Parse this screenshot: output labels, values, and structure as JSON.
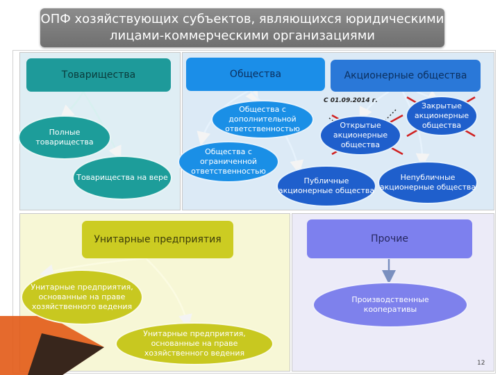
{
  "title": "ОПФ хозяйствующих субъектов, являющихся юридическими лицами-коммерческими организациями",
  "date_note": "С 01.09.2014 г.",
  "page_number": "12",
  "partnerships": {
    "label": "Товарищества",
    "full": "Полные товарищества",
    "limited": "Товарищества на вере"
  },
  "companies": {
    "label": "Общества",
    "additional_liability": "Общества с дополнительной ответственностью",
    "limited_liability": "Общества с ограниченной ответственностью"
  },
  "joint_stock": {
    "label": "Акционерные общества",
    "closed": "Закрытые акционерные общества",
    "open": "Открытые акционерные общества",
    "public": "Публичные акционерные общества",
    "non_public": "Непубличные акционерные общества"
  },
  "unitary": {
    "label": "Унитарные предприятия",
    "operational": "Унитарные предприятия, основанные на праве хозяйственного ведения",
    "economic": "Унитарные предприятия, основанные на праве хозяйственного ведения"
  },
  "other": {
    "label": "Прочие",
    "coops": "Производственные кооперативы"
  },
  "colors": {
    "teal": "#1e9a9a",
    "blue": "#1b8ee8",
    "navy": "#1f5fcc",
    "yellow": "#cccc22",
    "lavender": "#7d80ee",
    "cross": "#d02020"
  }
}
